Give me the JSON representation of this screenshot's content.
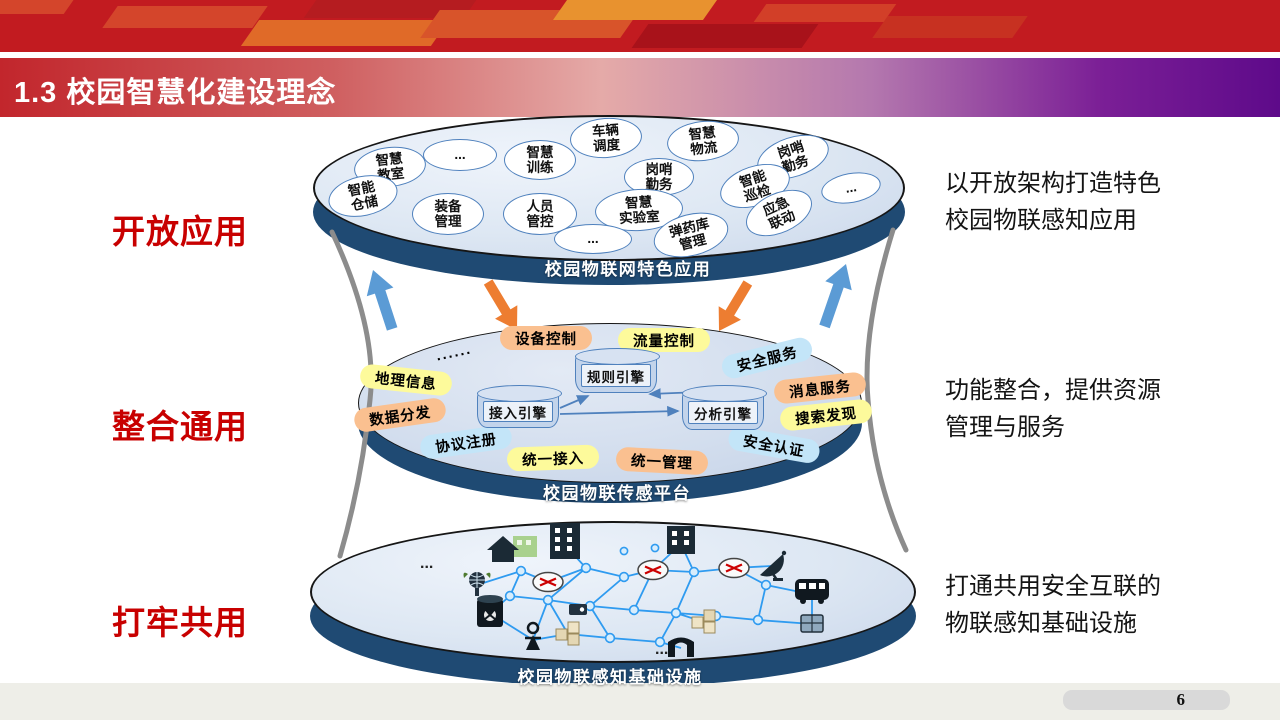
{
  "header": {
    "title": "1.3 校园智慧化建设理念"
  },
  "left_labels": {
    "open": "开放应用",
    "integrate": "整合通用",
    "foundation": "打牢共用"
  },
  "right_notes": {
    "open": {
      "line1": "以开放架构打造特色",
      "line2": "校园物联感知应用"
    },
    "integrate": {
      "line1": "功能整合，提供资源",
      "line2": "管理与服务"
    },
    "foundation": {
      "line1": "打通共用安全互联的",
      "line2": "物联感知基础设施"
    }
  },
  "top_layer": {
    "band_label": "校园物联网特色应用",
    "bubbles": [
      "智慧\n教室",
      "...",
      "智慧\n训练",
      "车辆\n调度",
      "智慧\n物流",
      "岗哨\n勤务",
      "智能\n仓储",
      "装备\n管理",
      "人员\n管控",
      "岗哨\n勤务",
      "智能\n巡检",
      "...",
      "智慧\n实验室",
      "弹药库\n管理",
      "应急\n联动",
      "..."
    ]
  },
  "middle_layer": {
    "band_label": "校园物联传感平台",
    "segments": [
      {
        "text": "设备控制",
        "color": "orange"
      },
      {
        "text": "流量控制",
        "color": "yellow"
      },
      {
        "text": "安全服务",
        "color": "blue"
      },
      {
        "text": "消息服务",
        "color": "orange"
      },
      {
        "text": "搜索发现",
        "color": "yellow"
      },
      {
        "text": "安全认证",
        "color": "blue"
      },
      {
        "text": "统一管理",
        "color": "orange"
      },
      {
        "text": "统一接入",
        "color": "yellow"
      },
      {
        "text": "协议注册",
        "color": "blue"
      },
      {
        "text": "数据分发",
        "color": "orange"
      },
      {
        "text": "地理信息",
        "color": "yellow"
      },
      {
        "text": "......",
        "color": "none"
      }
    ],
    "engines": [
      "规则引擎",
      "接入引擎",
      "分析引擎"
    ]
  },
  "bottom_layer": {
    "band_label": "校园物联感知基础设施",
    "ellipsis_left": "...",
    "ellipsis_bottom": "...",
    "icons": [
      "house",
      "building",
      "plant-globe",
      "router",
      "satellite-dish",
      "bus",
      "barrel",
      "person",
      "crates",
      "camera",
      "gate"
    ]
  },
  "footer": {
    "page_number": "6"
  },
  "colors": {
    "navy": "#1f4a73",
    "red_accent": "#c80000",
    "segment_orange": "#fac090",
    "segment_yellow": "#fdfa9b",
    "segment_blue": "#c3e5f8",
    "arrow_blue": "#5b9bd5",
    "arrow_orange": "#ed7d31",
    "network_blue": "#2f9bf0"
  }
}
